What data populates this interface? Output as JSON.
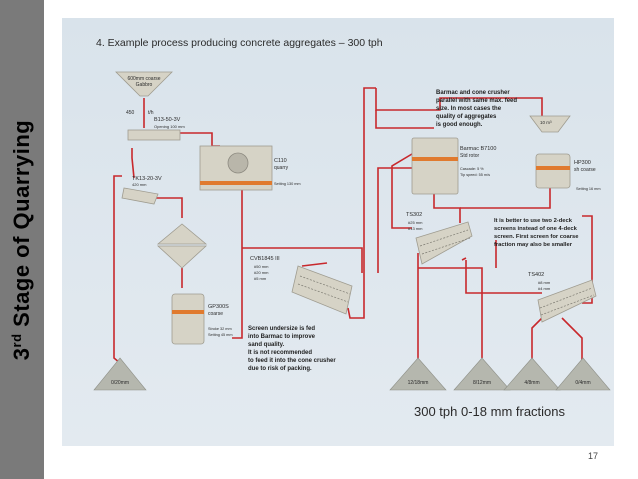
{
  "slide": {
    "side_title_main": "Stage of Quarrying",
    "side_title_num": "3",
    "side_title_sup": "rd",
    "page_number": "17"
  },
  "figure": {
    "heading": "4.  Example process producing concrete aggregates – 300 tph",
    "feed": {
      "line1": "600mm coarse",
      "line2": "Gabbro"
    },
    "feed_rate": "450",
    "feed_rate_unit": "t/h",
    "grizzly": {
      "name": "B13-50-3V",
      "detail": "Opening 100 mm"
    },
    "jaw": {
      "name": "C110",
      "sub": "quarry",
      "detail": "Setting 130 mm"
    },
    "tk_screen": {
      "name": "TK13-20-3V",
      "detail": "420 mm"
    },
    "cone_coarse": {
      "name": "GP300S",
      "sub": "coarse",
      "detail1": "Stroke 32 mm",
      "detail2": "Setting 45 mm"
    },
    "cvb": {
      "name": "CVB1845 III",
      "decks": [
        "#50 mm",
        "#20 mm",
        "#5 mm"
      ]
    },
    "barmac": {
      "name": "Barmac B7100",
      "sub": "Std rotor",
      "detail1": "Cascade: 5 %",
      "detail2": "Tip speed: 55 m/s"
    },
    "hp300": {
      "name": "HP300",
      "sub": "sh coarse",
      "detail": "Setting 16 mm"
    },
    "bin_label": "10 m³",
    "ts302": {
      "name": "TS302",
      "decks": [
        "#25 mm",
        "#13 mm"
      ]
    },
    "ts402": {
      "name": "TS402",
      "decks": [
        "#8 mm",
        "#4 mm"
      ]
    },
    "note_barmac": [
      "Barmac and cone crusher",
      "parallel with same max. feed",
      "size. In most cases the",
      "quality of aggregates",
      "is good enough."
    ],
    "note_screens": [
      "It is better to use two 2-deck",
      "screens instead of one 4-deck",
      "screen. First screen for coarse",
      "fraction may also be smaller"
    ],
    "note_undersize": [
      "Screen undersize is fed",
      "into Barmac to improve",
      "sand quality.",
      "It is not recommended",
      "to feed it into the cone crusher",
      "due to risk of packing."
    ],
    "piles": [
      "0/20mm",
      "12/18mm",
      "8/12mm",
      "4/8mm",
      "0/4mm"
    ],
    "summary": "300 tph 0-18 mm fractions"
  }
}
